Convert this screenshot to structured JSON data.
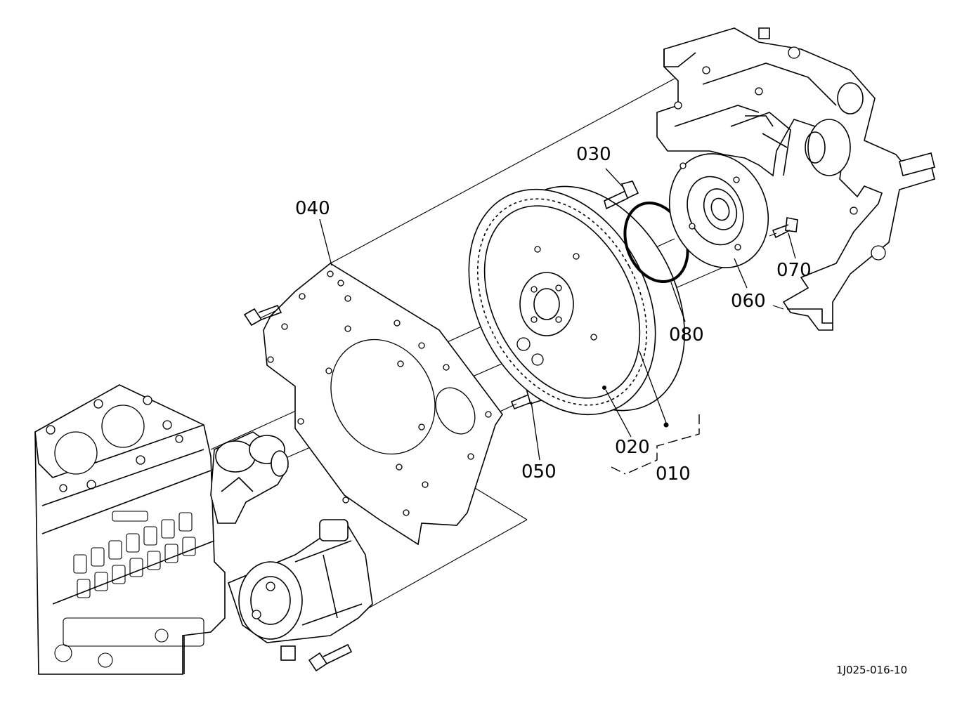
{
  "diagram": {
    "parts": [
      {
        "id": "010",
        "label": "010"
      },
      {
        "id": "020",
        "label": "020"
      },
      {
        "id": "030",
        "label": "030"
      },
      {
        "id": "040",
        "label": "040"
      },
      {
        "id": "050",
        "label": "050"
      },
      {
        "id": "060",
        "label": "060"
      },
      {
        "id": "070",
        "label": "070"
      },
      {
        "id": "080",
        "label": "080"
      }
    ],
    "drawing_number": "1J025-016-10"
  }
}
